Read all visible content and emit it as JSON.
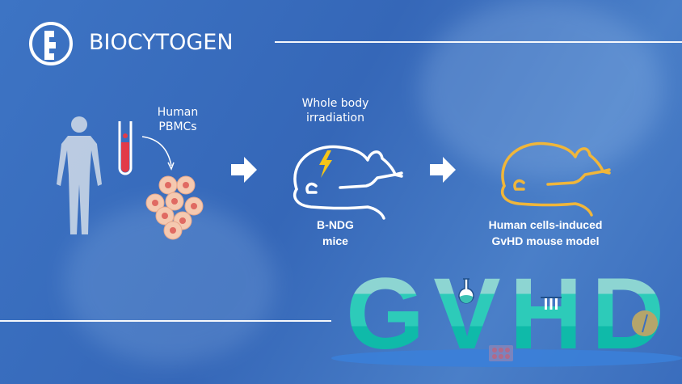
{
  "brand": {
    "name": "BIOCYTOGEN"
  },
  "steps": {
    "source_label": "Human PBMCs",
    "source_line1": "Human",
    "source_line2": "PBMCs",
    "treatment_line1": "Whole body",
    "treatment_line2": "irradiation",
    "host_line1": "B-NDG",
    "host_line2": "mice",
    "result_line1": "Human cells-induced",
    "result_line2": "GvHD mouse model"
  },
  "title": {
    "text": "GVHD"
  },
  "colors": {
    "background": "#3a6fc0",
    "accent_gold": "#f0b63a",
    "teal": "#2dcbb9",
    "lightning": "#f5c518"
  }
}
